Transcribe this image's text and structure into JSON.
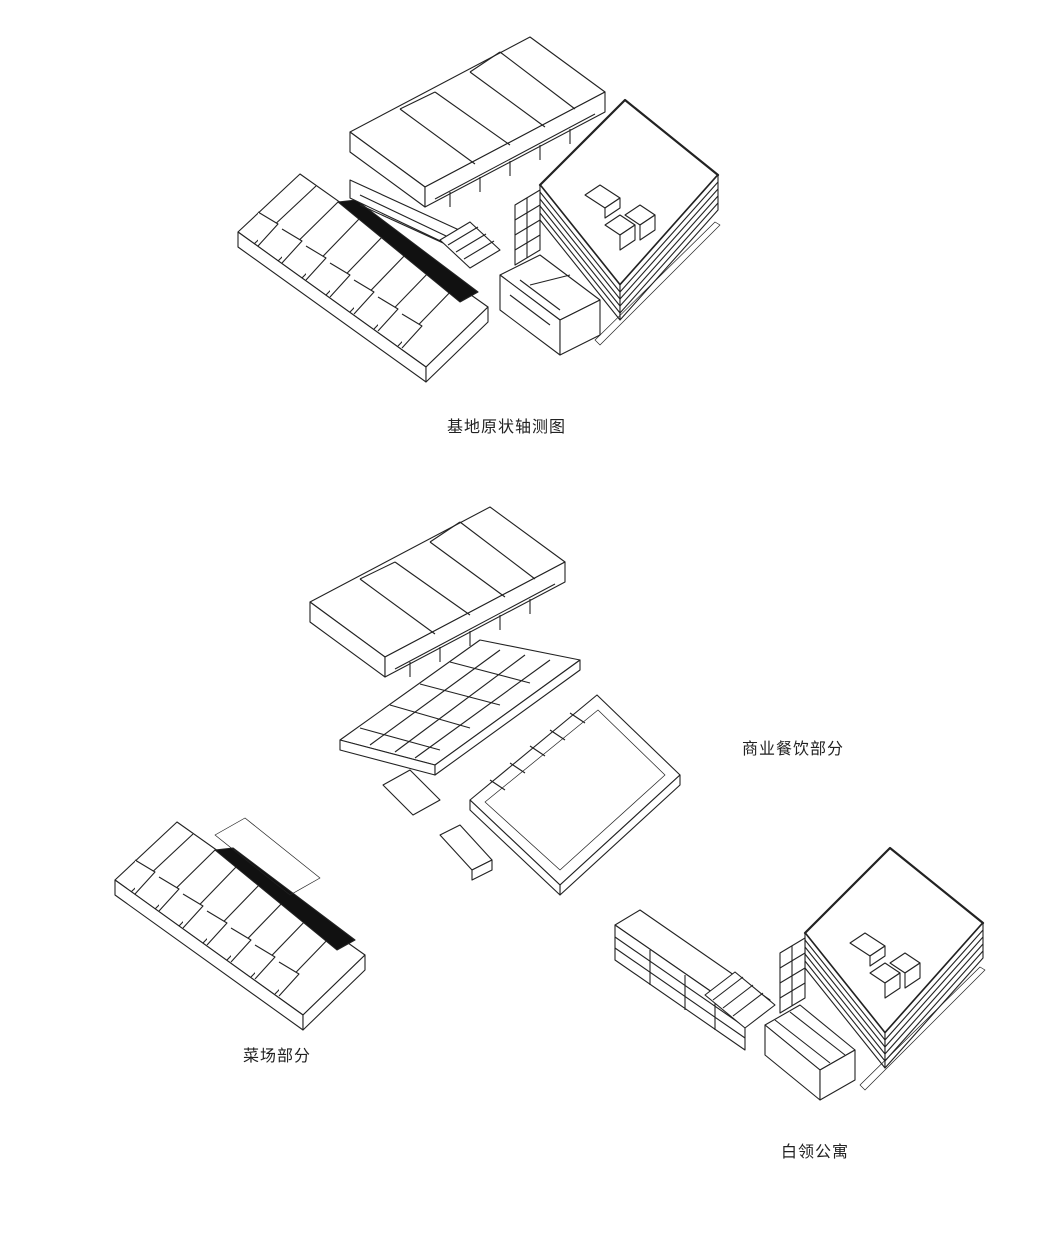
{
  "labels": {
    "site_original": "基地原状轴测图",
    "commercial": "商业餐饮部分",
    "market": "菜场部分",
    "apartment": "白领公寓"
  },
  "colors": {
    "line": "#222222",
    "fill": "#ffffff",
    "accent": "#111111"
  }
}
